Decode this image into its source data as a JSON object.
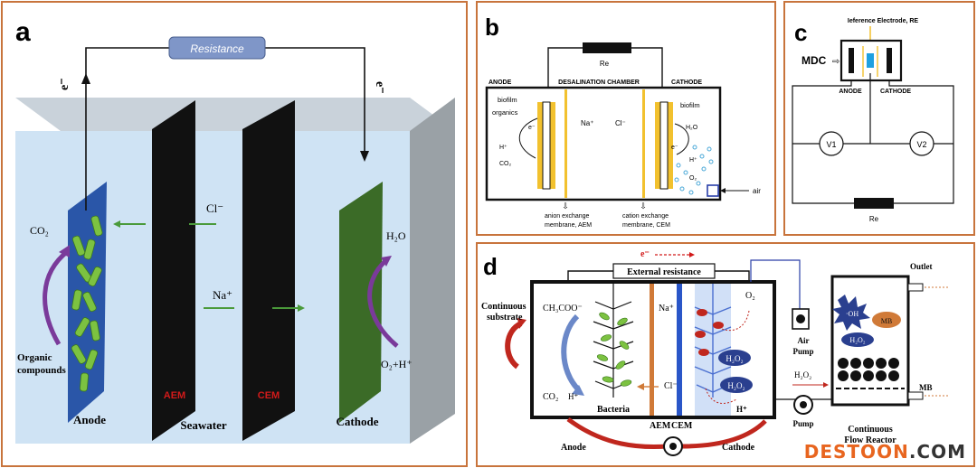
{
  "colors": {
    "frame": "#c8743c",
    "anode_green": "#3b6b27",
    "anode_blue": "#2a56a8",
    "arrow_green": "#4a9a3a",
    "aem_red": "#d21a1a"
  },
  "panel_a": {
    "letter": "a",
    "resistance": "Resistance",
    "e_left": "e⁻",
    "e_right": "e⁻",
    "cl": "Cl⁻",
    "na": "Na⁺",
    "co2": "CO₂",
    "h2o": "H₂O",
    "o2h": "O₂+H⁺",
    "organic_line1": "Organic",
    "organic_line2": "compounds",
    "aem": "AEM",
    "cem": "CEM",
    "anode": "Anode",
    "seawater": "Seawater",
    "cathode": "Cathode"
  },
  "panel_b": {
    "letter": "b",
    "re": "Re",
    "anode": "ANODE",
    "desal": "DESALINATION CHAMBER",
    "cathode": "CATHODE",
    "biofilm_left": "biofilm",
    "organics": "organics",
    "e_left": "e⁻",
    "h_left": "H⁺",
    "co2": "CO₂",
    "na": "Na⁺",
    "cl": "Cl⁻",
    "biofilm_right": "biofilm",
    "h2o": "H₂O",
    "e_right": "e⁻",
    "h_right": "H⁺",
    "o2": "O₂",
    "air": "air",
    "aem_line1": "anion exchange",
    "aem_line2": "membrane, AEM",
    "cem_line1": "cation exchange",
    "cem_line2": "membrane, CEM"
  },
  "panel_c": {
    "letter": "c",
    "ref": "Ieference Electrode, RE",
    "mdc": "MDC",
    "anode": "ANODE",
    "cathode": "CATHODE",
    "v1": "V1",
    "v2": "V2",
    "re": "Re"
  },
  "panel_d": {
    "letter": "d",
    "e": "e⁻",
    "ext": "External resistance",
    "outlet": "Outlet",
    "continuous_line1": "Continuous",
    "continuous_line2": "substrate",
    "ch3coo": "CH₃COO⁻",
    "co2": "CO₂",
    "h_left": "H⁺",
    "bacteria": "Bacteria",
    "na": "Na⁺",
    "cl": "Cl⁻",
    "o2": "O₂",
    "h2o2_a": "H₂O₂",
    "h2o2_b": "H₂O₂",
    "h_right": "H⁺",
    "air_pump_line1": "Air",
    "air_pump_line2": "Pump",
    "h2o2_feed": "H₂O₂",
    "pump": "Pump",
    "oh": "·OH",
    "mb_bubble": "MB",
    "h2o2_reactor": "H₂O₂",
    "mb": "MB",
    "aem": "AEM",
    "cem": "CEM",
    "anode": "Anode",
    "cathode": "Cathode",
    "cfr_line1": "Continuous",
    "cfr_line2": "Flow Reactor"
  },
  "watermark": {
    "part1": "DESTOON",
    "part2": ".COM"
  }
}
